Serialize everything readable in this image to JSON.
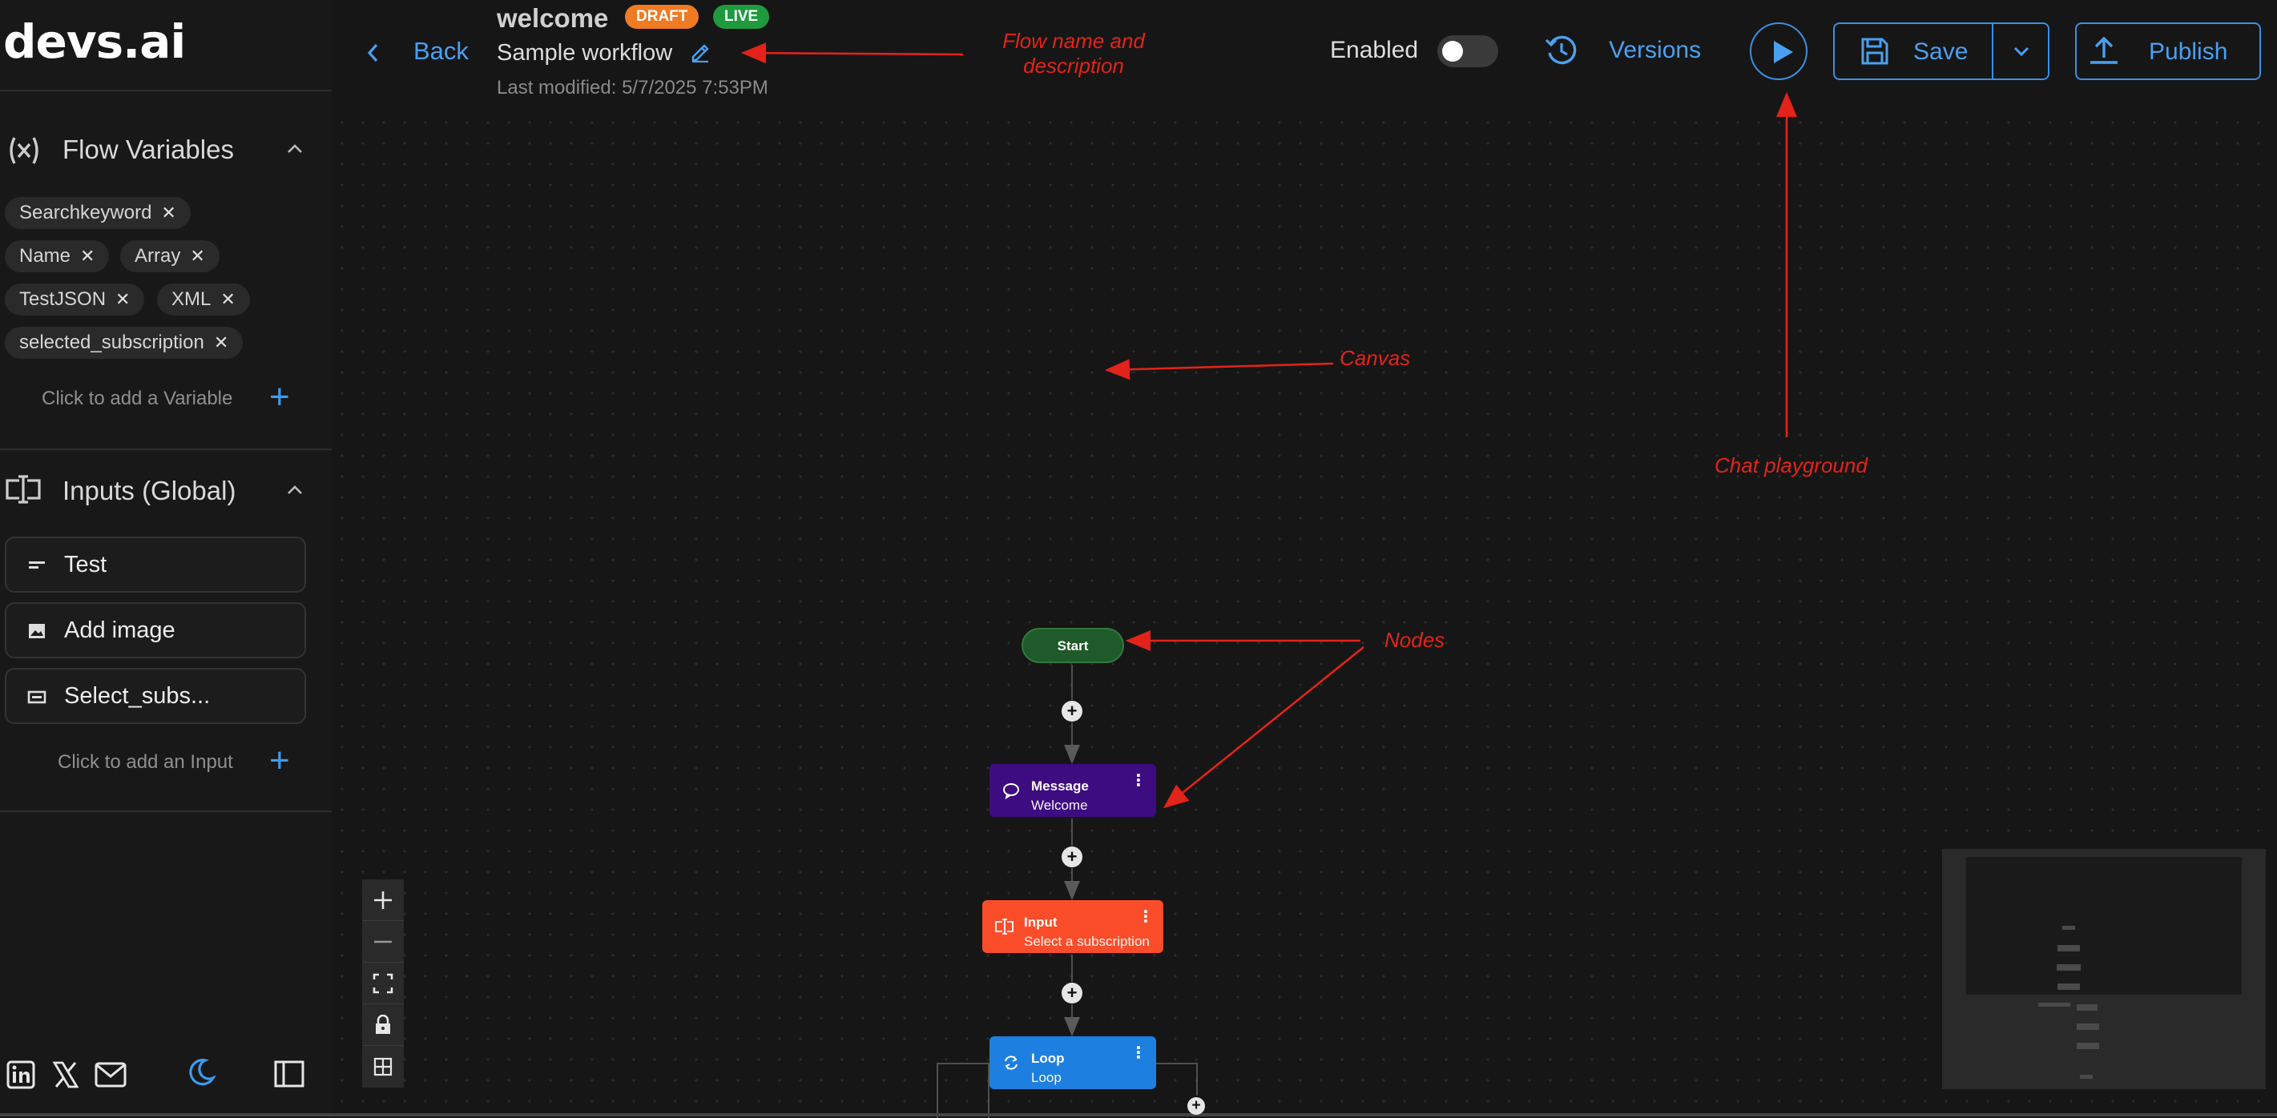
{
  "brand": {
    "logo": "devs.ai"
  },
  "sidebar": {
    "flow_variables": {
      "title": "Flow Variables",
      "chips": [
        "Searchkeyword",
        "Name",
        "Array",
        "TestJSON",
        "XML",
        "selected_subscription"
      ],
      "add_label": "Click to add a Variable"
    },
    "inputs": {
      "title": "Inputs (Global)",
      "items": [
        {
          "label": "Test",
          "icon": "text-lines-icon"
        },
        {
          "label": "Add image",
          "icon": "image-icon"
        },
        {
          "label": "Select_subs...",
          "icon": "select-icon"
        }
      ],
      "add_label": "Click to add an Input"
    },
    "footer_icons": [
      "linkedin-icon",
      "x-icon",
      "mail-icon",
      "moon-icon",
      "sidebar-toggle-icon"
    ]
  },
  "header": {
    "back_label": "Back",
    "flow_name": "welcome",
    "badges": {
      "draft": "DRAFT",
      "live": "LIVE"
    },
    "description": "Sample workflow",
    "last_modified": "Last modified: 5/7/2025 7:53PM",
    "enabled_label": "Enabled",
    "enabled": false,
    "versions_label": "Versions",
    "save_label": "Save",
    "publish_label": "Publish"
  },
  "annotations": {
    "flow_name": "Flow name and description",
    "canvas": "Canvas",
    "chat": "Chat playground",
    "nodes": "Nodes"
  },
  "nodes": {
    "start": {
      "title": "Start"
    },
    "message": {
      "title": "Message",
      "subtitle": "Welcome"
    },
    "input": {
      "title": "Input",
      "subtitle": "Select a subscription"
    },
    "loop": {
      "title": "Loop",
      "subtitle": "Loop"
    }
  },
  "colors": {
    "accent": "#3b9cf0",
    "draft": "#f07b22",
    "live": "#1f9a3f",
    "start_node": "#1e5a2a",
    "message_node": "#3d0c80",
    "input_node": "#fb4d2a",
    "loop_node": "#1d7fe0",
    "annotation": "#e2231a"
  }
}
